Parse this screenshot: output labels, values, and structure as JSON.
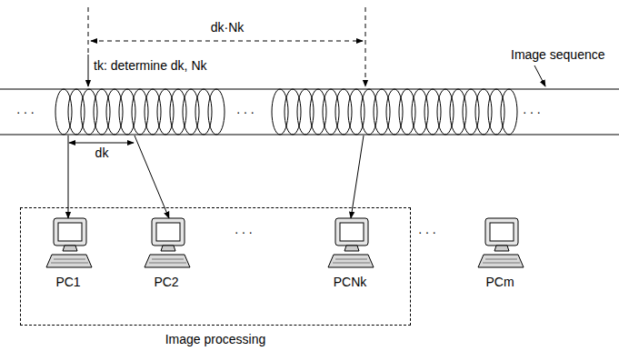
{
  "diagram": {
    "nodes": [
      {
        "text": [
          "Image processing"
        ]
      },
      {
        "text": [
          "PC1"
        ],
        "in": 0
      },
      {
        "text": [
          "PC2"
        ],
        "in": 0
      },
      {
        "text": [
          "PCNk"
        ],
        "in": 0
      },
      {
        "text": [
          "PCm"
        ]
      }
    ],
    "labels": [
      "dk·Nk",
      "tk: determine dk, Nk",
      "Image sequence",
      "dk",
      ". . .",
      ". . .",
      ". . .",
      ". . .",
      ". . ."
    ]
  }
}
